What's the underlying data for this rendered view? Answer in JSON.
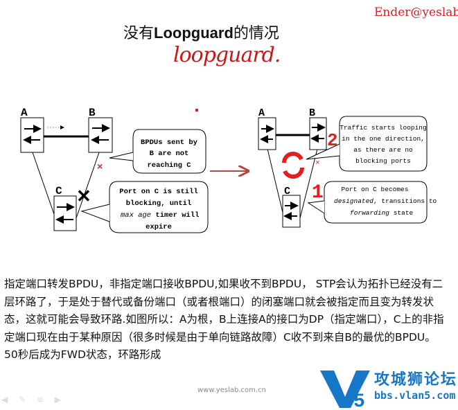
{
  "watermark": "Ender@yeslab",
  "title_prefix": "没有",
  "title_bold": "Loopguard",
  "title_suffix": "的情况",
  "handwriting": "loopguard.",
  "diagram": {
    "switch_a": "A",
    "switch_b": "B",
    "switch_c": "C",
    "left_bubble1": [
      "BPDUs sent by",
      "B are not",
      "reaching C"
    ],
    "left_bubble2": [
      "Port on C is still",
      "blocking, until",
      "max age",
      " timer will",
      "expire"
    ],
    "right_bubble1": [
      "Traffic starts looping",
      "in the one direction,",
      "as there are no",
      "blocking ports"
    ],
    "right_bubble2": [
      "Port on C becomes",
      "designated",
      ", transitions to",
      "forwarding",
      " state"
    ],
    "step1": "1",
    "step2": "2"
  },
  "body_text": "指定端口转发BPDU，非指定端口接收BPDU,如果收不到BPDU， STP会认为拓扑已经没有二层环路了，于是处于替代或备份端口（或者根端口）的闭塞端口就会被指定而且变为转发状态，这就可能会导致环路.如图所以：A为根，B上连接A的接口为DP（指定端口），C上的非指定端口现在由于某种原因（很多时候是由于单向链路故障）C收不到来自B的最优的BPDU。50秒后成为FWD状态，环路形成",
  "footer_url": "www.yeslab.com.cn",
  "logo_title": "攻城狮论坛",
  "logo_url": "bbs.vlan5.com",
  "colors": {
    "accent": "#d42020",
    "logo": "#1677c6"
  }
}
